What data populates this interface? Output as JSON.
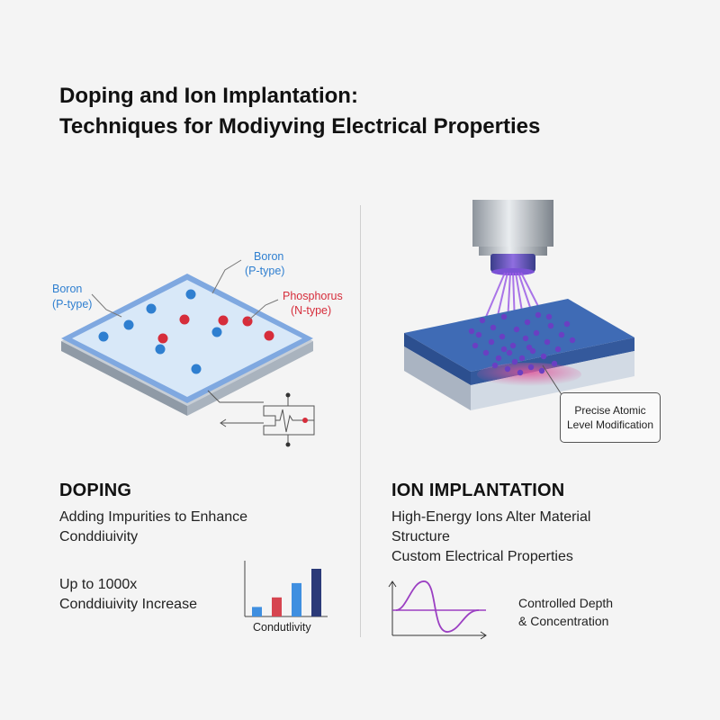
{
  "title": {
    "line1": "Doping and Ion Implantation:",
    "line2": "Techniques for Modiyving Electrical Properties"
  },
  "doping": {
    "heading": "DOPING",
    "desc_line1": "Adding Impurities to Enhance",
    "desc_line2": "Conddiuivity",
    "stat_line1": "Up to 1000x",
    "stat_line2": "Conddiuivity Increase",
    "labels": {
      "boron_left_name": "Boron",
      "boron_left_type": "(P-type)",
      "boron_top_name": "Boron",
      "boron_top_type": "(P-type)",
      "phosphorus_name": "Phosphorus",
      "phosphorus_type": "(N-type)"
    },
    "mini_chart": {
      "xlabel": "Condutlivity",
      "values": [
        1,
        2,
        3.5,
        5
      ],
      "colors": [
        "#3f8fe0",
        "#d64550",
        "#3f8fe0",
        "#2b3a78"
      ]
    }
  },
  "ion_implantation": {
    "heading": "ION IMPLANTATION",
    "desc_line1": "High-Energy Ions Alter Material",
    "desc_line2": "Structure",
    "desc_line3": "Custom Electrical Properties",
    "callout_line1": "Precise Atomic",
    "callout_line2": "Level Modification",
    "depth_line1": "Controlled Depth",
    "depth_line2": "& Concentration"
  },
  "colors": {
    "boron": "#2f7fd0",
    "phosphorus": "#d62d3b",
    "ion_beam": "#9b5de5",
    "ions": "#6a3fc2",
    "wave": "#9b3fc2",
    "wafer_top": "#4f7cc0"
  }
}
